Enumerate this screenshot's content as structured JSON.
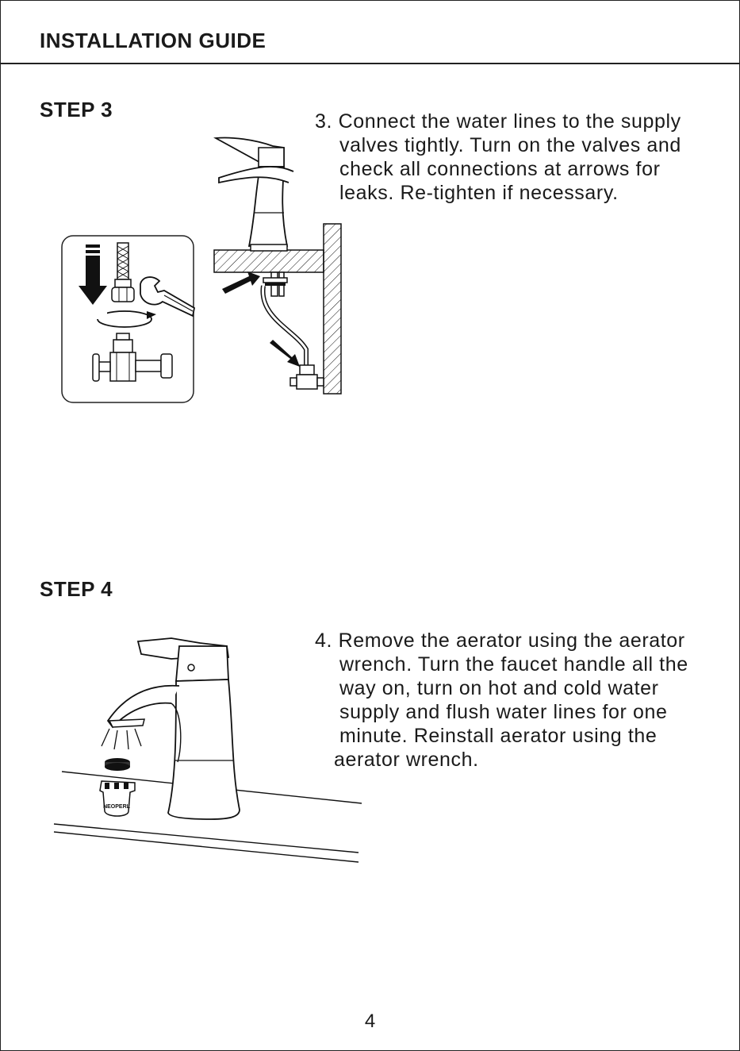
{
  "header": {
    "title": "INSTALLATION GUIDE"
  },
  "step3": {
    "heading": "STEP 3",
    "number": "3.",
    "lines": [
      "Connect the water lines to the supply",
      "valves tightly. Turn on the valves and",
      "check all connections at arrows for",
      "leaks. Re-tighten if necessary."
    ]
  },
  "step4": {
    "heading": "STEP 4",
    "number": "4.",
    "lines": [
      "Remove the aerator using the aerator",
      "wrench. Turn the faucet handle all the",
      "way on, turn on hot and cold water",
      "supply and flush water lines for one",
      "minute. Reinstall aerator using the",
      "aerator wrench."
    ]
  },
  "aerator_tool": {
    "label": "NEOPERL"
  },
  "footer": {
    "page_number": "4"
  }
}
